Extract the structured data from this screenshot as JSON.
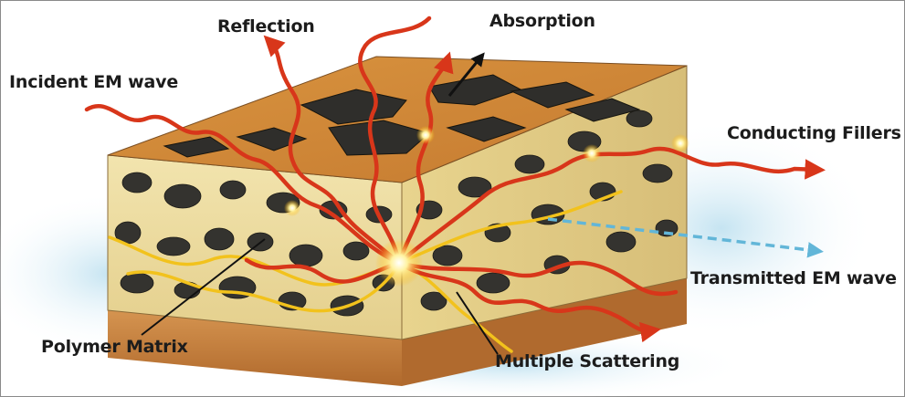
{
  "labels": {
    "reflection": "Reflection",
    "absorption": "Absorption",
    "incident": "Incident EM wave",
    "conducting_fillers": "Conducting Fillers",
    "transmitted": "Transmitted EM wave",
    "polymer_matrix": "Polymer Matrix",
    "multiple_scattering": "Multiple Scattering"
  },
  "colors": {
    "wave": "#d8361a",
    "scatter_path": "#f2c21c",
    "transmitted_arrow": "#62b6d8",
    "matrix": "#ecdca0",
    "filler": "#34332f",
    "base": "#c8803e",
    "glow": "#cfe7f2"
  }
}
